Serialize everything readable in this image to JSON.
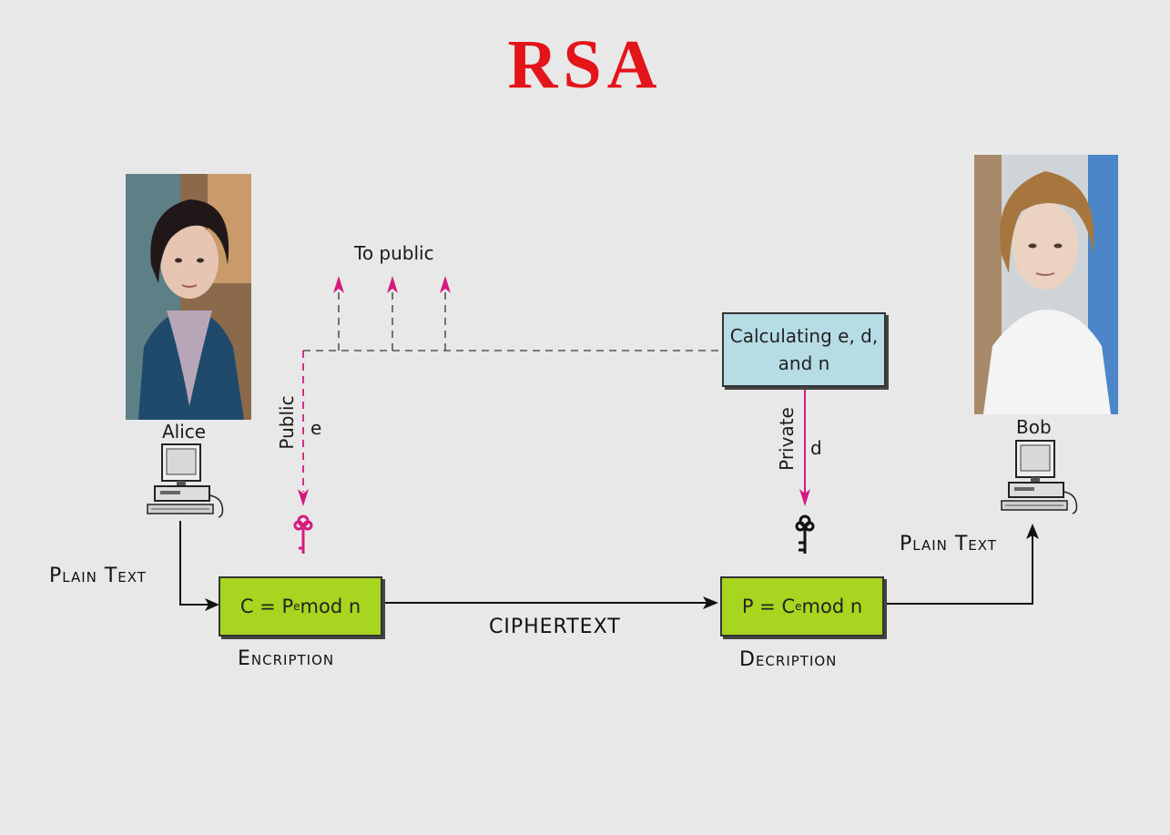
{
  "title": "RSA",
  "people": {
    "alice": {
      "name": "Alice"
    },
    "bob": {
      "name": "Bob"
    }
  },
  "labels": {
    "to_public": "To public",
    "public": "Public",
    "public_key": "e",
    "private": "Private",
    "private_key": "d",
    "plain_text_left": "Plain Text",
    "plain_text_right": "Plain Text",
    "ciphertext": "CIPHERTEXT",
    "encryption": "Encription",
    "decryption": "Decription"
  },
  "boxes": {
    "calc_line1": "Calculating e, d,",
    "calc_line2": "and n",
    "enc_c": "C = P",
    "enc_exp": "e",
    "enc_mod": "mod n",
    "dec_p": "P = C",
    "dec_exp": "e",
    "dec_mod": "mod n"
  },
  "colors": {
    "title": "#e4141b",
    "public_arrow": "#d6197f",
    "green_box": "#a8d51f",
    "blue_box": "#b6dde6"
  },
  "icons": [
    "computer-icon",
    "key-icon"
  ]
}
